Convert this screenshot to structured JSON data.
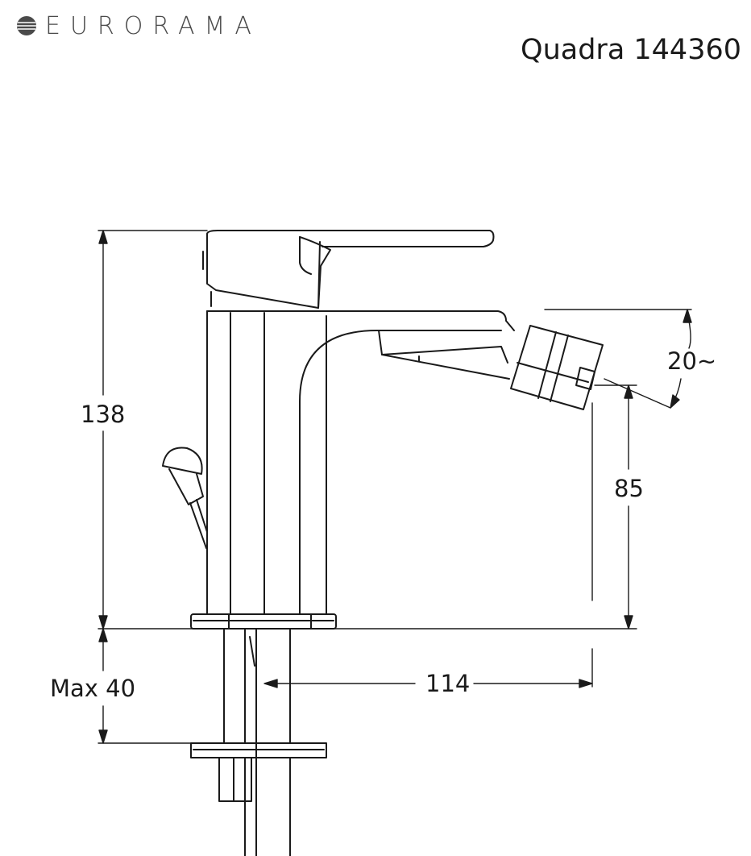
{
  "header": {
    "brand": "EURORAMA",
    "product_title": "Quadra 144360"
  },
  "dimensions": {
    "total_height": "138",
    "spout_height": "85",
    "spout_angle": "20~",
    "spout_reach": "114",
    "max_deck_thickness": "Max 40"
  },
  "colors": {
    "line": "#1a1a1a",
    "brand": "#4a4a4a"
  },
  "icons": {
    "logo": "globe-logo-icon"
  }
}
